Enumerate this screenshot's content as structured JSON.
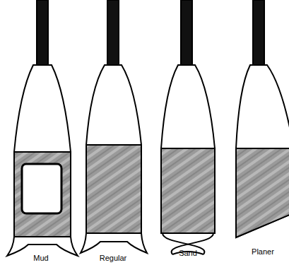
{
  "diagram": {
    "labels": [
      "Mud",
      "Regular",
      "Sand",
      "Planer"
    ]
  }
}
